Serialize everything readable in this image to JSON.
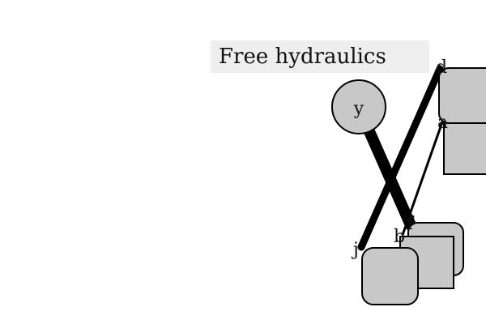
{
  "title": "Free hydraulics",
  "colors": {
    "node_fill": "#c8c8c8",
    "stroke": "#000000",
    "title_bg": "#eeeeee"
  },
  "nodes": [
    {
      "id": "y",
      "label": "y",
      "shape": "circle"
    },
    {
      "id": "top-right",
      "label": "",
      "shape": "rounded-square"
    },
    {
      "id": "right-rect",
      "label": "",
      "shape": "rect"
    },
    {
      "id": "mid-back",
      "label": "",
      "shape": "rounded-square"
    },
    {
      "id": "mid-front",
      "label": "",
      "shape": "rect"
    },
    {
      "id": "bottom",
      "label": "",
      "shape": "rounded-square"
    }
  ],
  "labels": {
    "d": "d",
    "a": "a",
    "j": "j",
    "b": "b",
    "f": "f"
  }
}
